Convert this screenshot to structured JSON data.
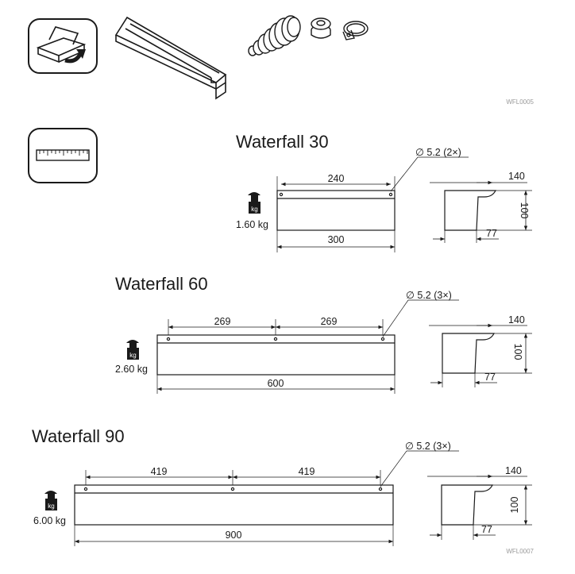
{
  "codes": {
    "top": "WFL0005",
    "bottom": "WFL0007"
  },
  "units": {
    "kg": "kg"
  },
  "products": [
    {
      "title": "Waterfall 30",
      "weight": "1.60 kg",
      "hole_spacing": [
        "240"
      ],
      "length": "300",
      "holes": "∅ 5.2 (2×)",
      "profile": {
        "depth": "140",
        "height": "100",
        "lip": "77"
      }
    },
    {
      "title": "Waterfall 60",
      "weight": "2.60 kg",
      "hole_spacing": [
        "269",
        "269"
      ],
      "length": "600",
      "holes": "∅ 5.2 (3×)",
      "profile": {
        "depth": "140",
        "height": "100",
        "lip": "77"
      }
    },
    {
      "title": "Waterfall 90",
      "weight": "6.00 kg",
      "hole_spacing": [
        "419",
        "419"
      ],
      "length": "900",
      "holes": "∅ 5.2 (3×)",
      "profile": {
        "depth": "140",
        "height": "100",
        "lip": "77"
      }
    }
  ]
}
